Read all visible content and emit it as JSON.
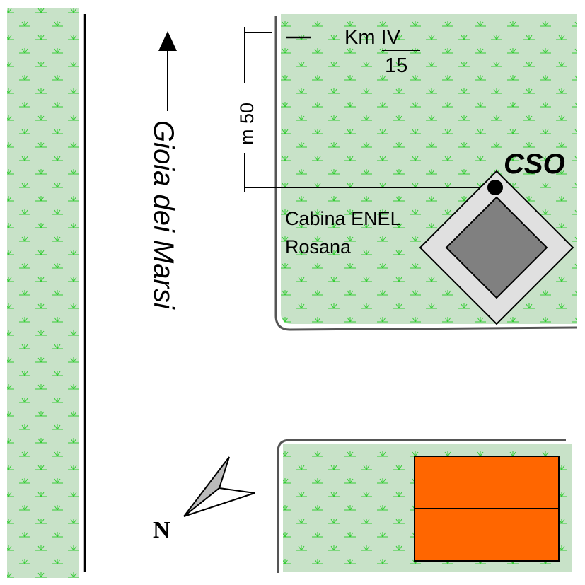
{
  "map": {
    "street_name": "Gioia dei Marsi",
    "distance_label": "m 50",
    "km_marker": {
      "prefix": "Km IV",
      "denominator": "15"
    },
    "station_code": "CSO",
    "cabin_label": {
      "line1": "Cabina ENEL",
      "line2": "Rosana"
    },
    "north_label": "N"
  },
  "colors": {
    "grass": "#c8e2c8",
    "grass_tuft": "#33cc33",
    "cabin_outer": "#e0e0e0",
    "cabin_inner": "#808080",
    "building": "#ff6600",
    "line": "#000000"
  },
  "icons": {
    "north_arrow": "north-arrow-icon",
    "station_point": "station-point-icon",
    "street_direction": "arrow-up-icon"
  }
}
